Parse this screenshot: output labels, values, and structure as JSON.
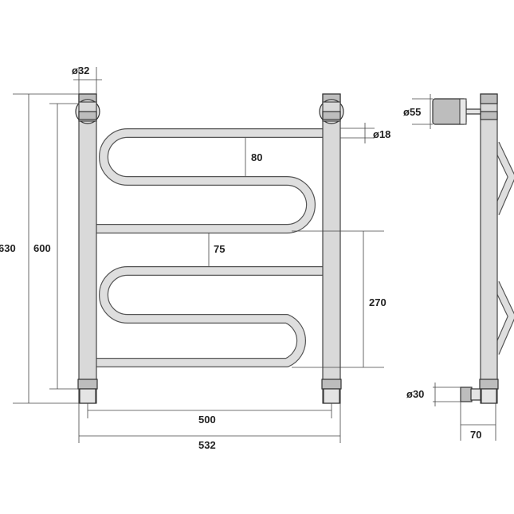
{
  "dimensions": {
    "pipe_diameter": "ø32",
    "tube_diameter": "ø18",
    "connector_diameter": "ø55",
    "bottom_connector_diameter": "ø30",
    "total_height": "630",
    "axis_height": "600",
    "tube_spacing_top": "80",
    "tube_spacing_middle": "75",
    "lower_section_height": "270",
    "axis_width": "500",
    "total_width": "532",
    "depth": "70"
  }
}
